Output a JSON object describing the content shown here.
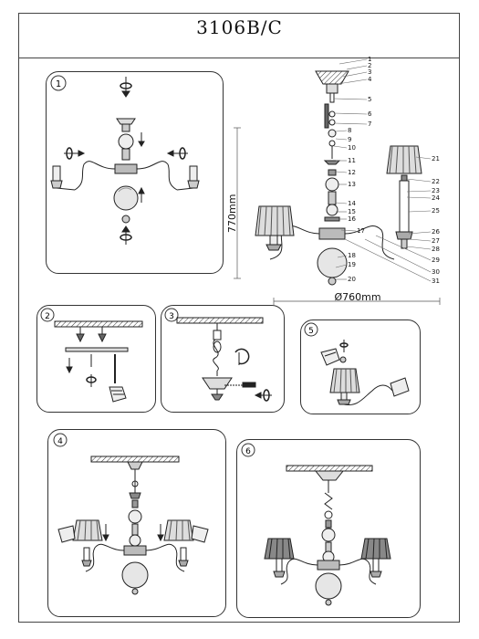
{
  "header": {
    "model": "3106B/C"
  },
  "overview": {
    "height_dim": "770mm",
    "diameter_dim": "Ø760mm",
    "part_numbers": [
      "1",
      "2",
      "3",
      "4",
      "5",
      "6",
      "7",
      "8",
      "9",
      "10",
      "11",
      "12",
      "13",
      "14",
      "15",
      "16",
      "17",
      "18",
      "19",
      "20",
      "21",
      "22",
      "23",
      "24",
      "25",
      "26",
      "27",
      "28",
      "29",
      "30",
      "31"
    ]
  },
  "steps": [
    "1",
    "2",
    "3",
    "4",
    "5",
    "6"
  ]
}
